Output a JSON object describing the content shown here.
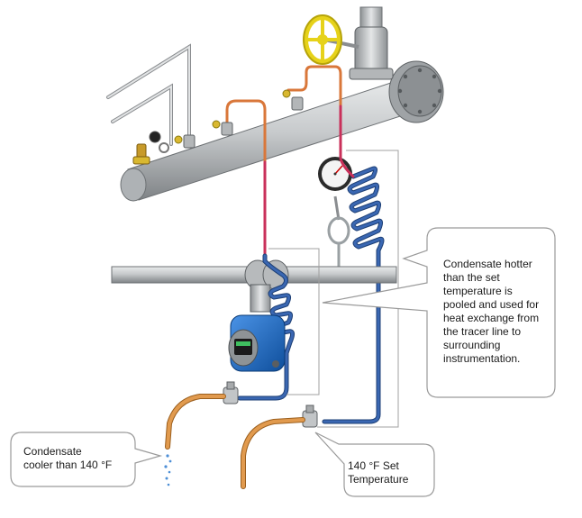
{
  "callouts": {
    "hotter_condensate": "Condensate hotter than the set temperature is pooled and used for heat exchange from the tracer line to surrounding instrumentation.",
    "cooler_condensate": "Condensate\ncooler than 140 °F",
    "set_temperature": "140 °F Set\nTemperature"
  },
  "colors": {
    "header_pipe": "#c9ccce",
    "steam_line": "#c9305a",
    "hot_line": "#d9773a",
    "tracer_coil": "#3a67b2",
    "condensate_drain": "#d38b3e",
    "transmitter_housing": "#1f6fd1",
    "valve_wheel": "#e6d21a",
    "bracket": "#9c9c9c"
  }
}
